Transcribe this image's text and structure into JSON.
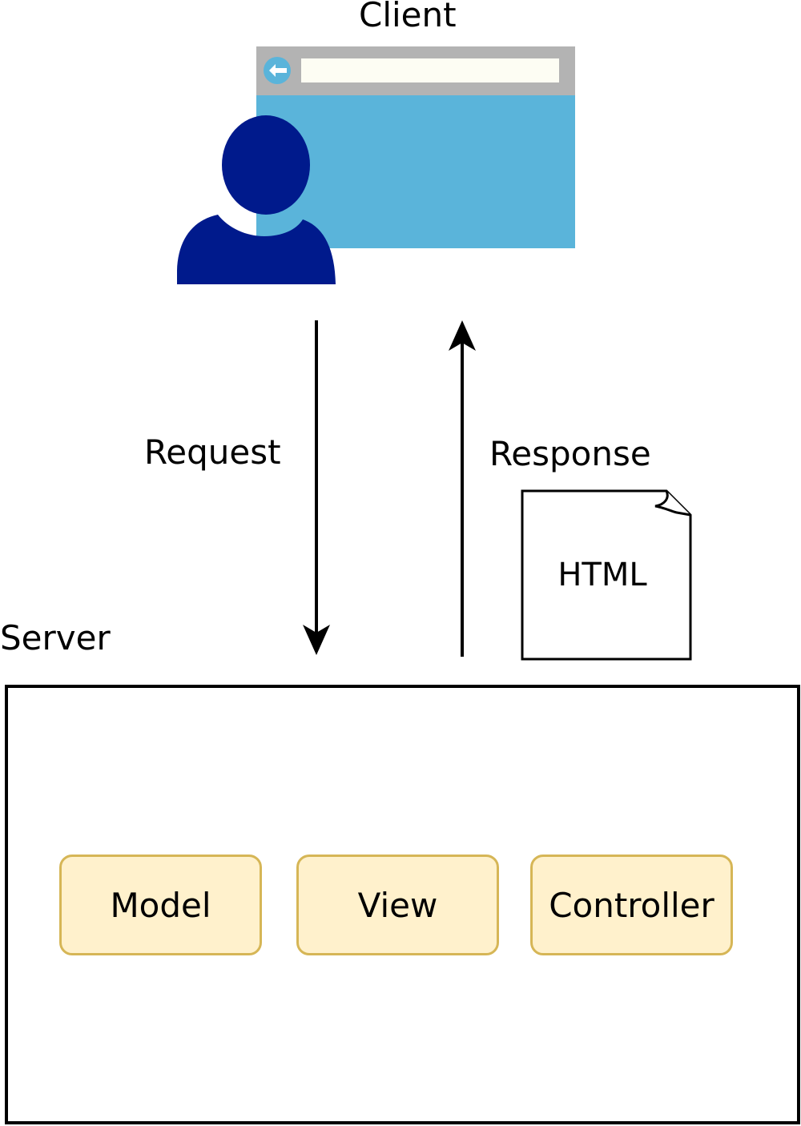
{
  "client": {
    "label": "Client"
  },
  "request": {
    "label": "Request"
  },
  "response": {
    "label": "Response"
  },
  "document": {
    "label": "HTML"
  },
  "server": {
    "label": "Server",
    "components": [
      {
        "label": "Model"
      },
      {
        "label": "View"
      },
      {
        "label": "Controller"
      }
    ]
  },
  "colors": {
    "browser_frame": "#b3b3b3",
    "browser_content": "#5ab4da",
    "address_bar": "#fdfdf3",
    "back_button": "#5ab4da",
    "user_figure": "#001a8c",
    "component_fill": "#fff1cc",
    "component_border": "#d6b656"
  },
  "icons": [
    "browser-window-icon",
    "back-arrow-icon",
    "user-icon",
    "document-icon"
  ]
}
